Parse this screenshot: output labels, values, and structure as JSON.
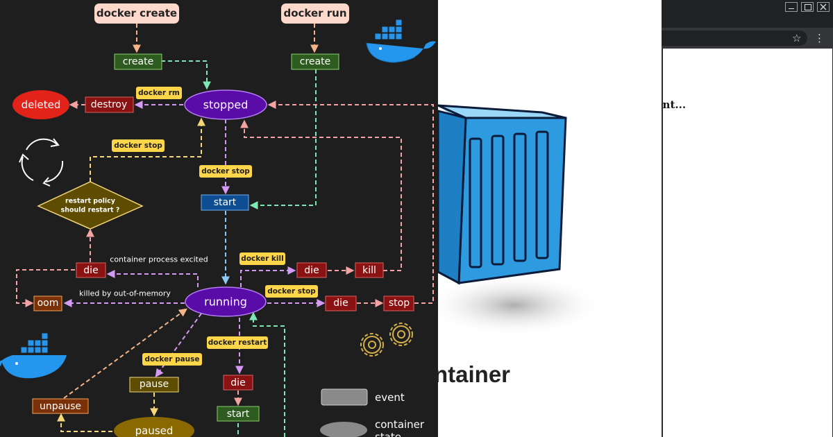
{
  "diagram": {
    "nodes": {
      "docker_create": "docker create",
      "docker_run": "docker run",
      "create_1": "create",
      "create_2": "create",
      "deleted": "deleted",
      "destroy": "destroy",
      "stopped": "stopped",
      "start_1": "start",
      "restart_policy_line1": "restart policy",
      "restart_policy_line2": "should restart ?",
      "die_left": "die",
      "oom": "oom",
      "running": "running",
      "die_kill": "die",
      "kill": "kill",
      "die_stop": "die",
      "stop": "stop",
      "pause": "pause",
      "unpause": "unpause",
      "paused": "paused",
      "die_restart": "die",
      "start_2": "start"
    },
    "labels": {
      "docker_rm": "docker rm",
      "docker_stop_left": "docker stop",
      "docker_stop_mid": "docker stop",
      "container_process_excited": "container process excited",
      "docker_kill": "docker kill",
      "killed_by_oom": "killed by out-of-memory",
      "docker_stop_right": "docker stop",
      "docker_restart": "docker restart",
      "docker_pause": "docker pause"
    },
    "legend": {
      "event": "event",
      "container_state_line1": "container",
      "container_state_line2": "state"
    },
    "colors": {
      "background": "#1e1e1e",
      "state_purple": "#5a0ca8",
      "event_green": "#2e5b1f",
      "event_red": "#8b1212",
      "event_blue": "#0e4d92",
      "event_olive": "#5e4d00",
      "event_brown": "#7a3108",
      "deleted_red": "#e2231a",
      "label_yellow": "#ffd54a",
      "command_pink": "#ffd8cc"
    }
  },
  "middle": {
    "caption": "ntainer"
  },
  "browser": {
    "star_icon": "☆",
    "menu_icon": "⋮",
    "content_text": "ent..."
  }
}
